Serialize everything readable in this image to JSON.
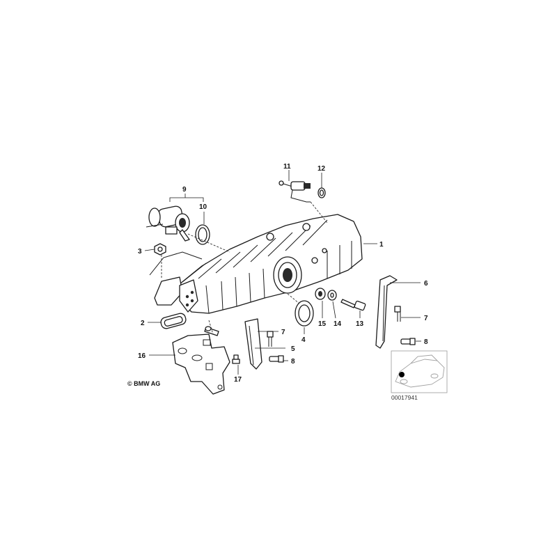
{
  "callouts": [
    {
      "id": "c1",
      "label": "1"
    },
    {
      "id": "c2",
      "label": "2"
    },
    {
      "id": "c3",
      "label": "3"
    },
    {
      "id": "c4",
      "label": "4"
    },
    {
      "id": "c5",
      "label": "5"
    },
    {
      "id": "c6",
      "label": "6"
    },
    {
      "id": "c7a",
      "label": "7"
    },
    {
      "id": "c7b",
      "label": "7"
    },
    {
      "id": "c8a",
      "label": "8"
    },
    {
      "id": "c8b",
      "label": "8"
    },
    {
      "id": "c9",
      "label": "9"
    },
    {
      "id": "c10",
      "label": "10"
    },
    {
      "id": "c11",
      "label": "11"
    },
    {
      "id": "c12",
      "label": "12"
    },
    {
      "id": "c13",
      "label": "13"
    },
    {
      "id": "c14",
      "label": "14"
    },
    {
      "id": "c15",
      "label": "15"
    },
    {
      "id": "c16",
      "label": "16"
    },
    {
      "id": "c17",
      "label": "17"
    }
  ],
  "copyright": "© BMW AG",
  "document_number": "00017941",
  "colors": {
    "line": "#1a1a1a",
    "thumbnail_line": "#a0a0a0",
    "background": "#ffffff"
  }
}
